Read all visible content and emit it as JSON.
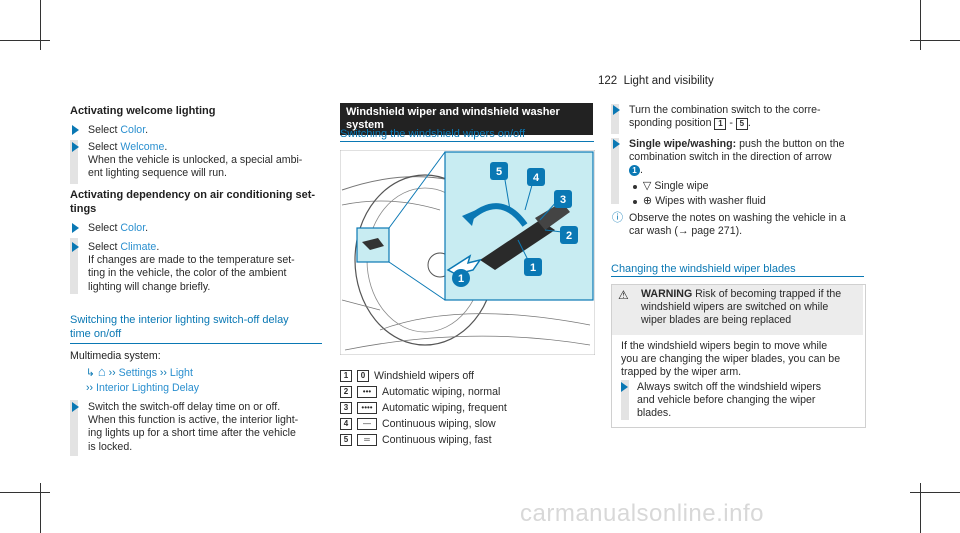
{
  "page": {
    "number": "122",
    "section": "Light and visibility"
  },
  "left": {
    "heading1": "Activating welcome lighting",
    "s1_prefix": "Select",
    "s1_link": "Color",
    "s2_prefix": "Select",
    "s2_link": "Welcome",
    "s2_text_a": "When the vehicle is unlocked, a special ambi-",
    "s2_text_b": "ent lighting sequence will run.",
    "heading2a": "Activating dependency on air conditioning set-",
    "heading2b": "tings",
    "s3_prefix": "Select",
    "s3_link": "Color",
    "s4_prefix": "Select",
    "s4_link": "Climate",
    "s4_text_a": "If changes are made to the temperature set-",
    "s4_text_b": "ting in the vehicle, the color of the ambient",
    "s4_text_c": "lighting will change briefly.",
    "sub1a": "Switching the interior lighting switch-off delay",
    "sub1b": "time on/off",
    "mm_label": "Multimedia system:",
    "mm_home": "⌂",
    "mm_settings": "Settings",
    "mm_light": "Light",
    "mm_interior": "Interior Lighting Delay",
    "s5_a": "Switch the switch-off delay time on or off.",
    "s5_b": "When this function is active, the interior light-",
    "s5_c": "ing lights up for a short time after the vehicle",
    "s5_d": "is locked."
  },
  "middle": {
    "bar_title": "Windshield wiper and windshield washer system",
    "subtitle": "Switching the windshield wipers on/off",
    "figure_labels": [
      "5",
      "4",
      "3",
      "2",
      "1",
      "1"
    ],
    "legend": [
      {
        "num": "1",
        "sym": "0",
        "text": "Windshield wipers off"
      },
      {
        "num": "2",
        "sym": "•••",
        "text": "Automatic wiping, normal"
      },
      {
        "num": "3",
        "sym": "••••",
        "text": "Automatic wiping, frequent"
      },
      {
        "num": "4",
        "sym": "—",
        "text": "Continuous wiping, slow"
      },
      {
        "num": "5",
        "sym": "═",
        "text": "Continuous wiping, fast"
      }
    ]
  },
  "right": {
    "s1_a": "Turn the combination switch to the corre-",
    "s1_b": "sponding position",
    "s1_pos1": "1",
    "s1_dash": "-",
    "s1_pos5": "5",
    "s2_bold": "Single wipe/washing:",
    "s2_rest": "push the button on the",
    "s2_b": "combination switch in the direction of arrow",
    "s2_num": "1",
    "bullet1": "Single wipe",
    "bullet2": "Wipes with washer fluid",
    "note_a": "Observe the notes on washing the vehicle in a",
    "note_b": "car wash (→ page 271).",
    "sub2": "Changing the windshield wiper blades",
    "warn_title": "WARNING",
    "warn_a": "Risk of becoming trapped if the",
    "warn_b": "windshield wipers are switched on while",
    "warn_c": "wiper blades are being replaced",
    "warn_p1": "If the windshield wipers begin to move while",
    "warn_p2": "you are changing the wiper blades, you can be",
    "warn_p3": "trapped by the wiper arm.",
    "warn_s1": "Always switch off the windshield wipers",
    "warn_s2": "and vehicle before changing the wiper",
    "warn_s3": "blades."
  },
  "watermark": "carmanualsonline.info",
  "colors": {
    "accent": "#0a78b4",
    "figure_bg": "#c8ecf2"
  }
}
